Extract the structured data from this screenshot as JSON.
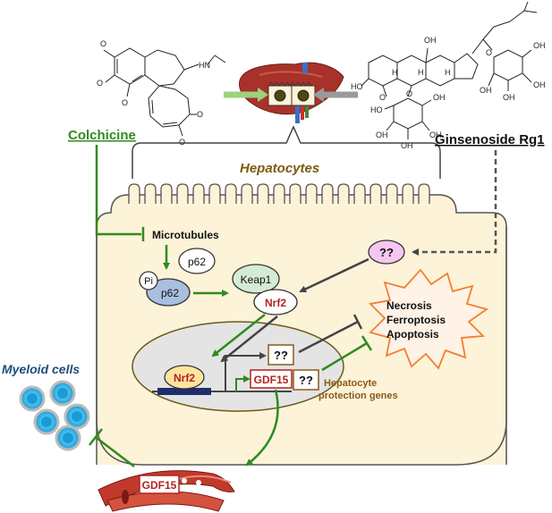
{
  "labels": {
    "colchicine": "Colchicine",
    "ginsenoside": "Ginsenoside Rg1",
    "hepatocytes": "Hepatocytes",
    "microtubules": "Microtubules",
    "p62_free": "p62",
    "pi": "Pi",
    "p62_bound": "p62",
    "keap1": "Keap1",
    "nrf2_cyto": "Nrf2",
    "unknown_top": "??",
    "nrf2_nucleus": "Nrf2",
    "unknown_nucleus": "??",
    "gdf15_nucleus": "GDF15",
    "unknown_protect": "??",
    "hepatocyte_protection_line1": "Hepatocyte",
    "hepatocyte_protection_line2": "protection genes",
    "necrosis": "Necrosis",
    "ferroptosis": "Ferroptosis",
    "apoptosis": "Apoptosis",
    "myeloid_cells": "Myeloid cells",
    "gdf15_vessel": "GDF15"
  },
  "chemistry": {
    "colchicine_groups": [
      "O",
      "O",
      "O",
      "HN",
      "O",
      "O"
    ],
    "ginsenoside_groups": [
      "OH",
      "H",
      "H",
      "H",
      "HO",
      "O",
      "O",
      "OH",
      "OH",
      "OH",
      "OH",
      "OH",
      "HO",
      "O",
      "OH",
      "OH",
      "OH"
    ]
  },
  "colors": {
    "green_arrow": "#2e8b1e",
    "dark_arrow": "#444444",
    "cell_fill": "#fdf3d8",
    "nucleus_fill": "#e4e4e4",
    "gdf15_red": "#b22222",
    "brown_text": "#8b5a1a",
    "hepatocytes_text": "#7a5c10",
    "myeloid_blue": "#1f4e79",
    "unknown_pink": "#f4c6f0",
    "death_burst_stroke": "#f08030"
  }
}
